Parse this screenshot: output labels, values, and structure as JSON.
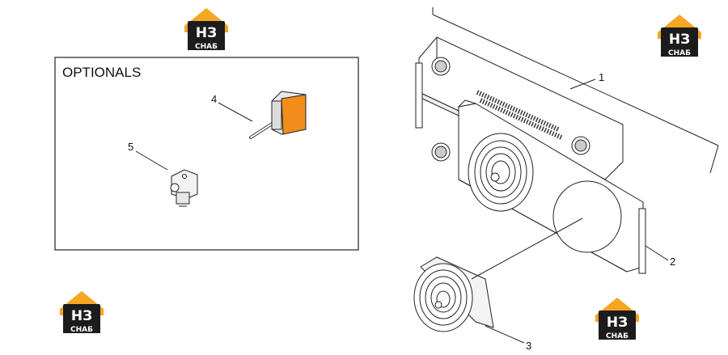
{
  "optionals_box": {
    "title": "OPTIONALS"
  },
  "callouts": [
    {
      "id": "1",
      "text": "1",
      "part": "radiator-core"
    },
    {
      "id": "2",
      "text": "2",
      "part": "fan-shroud-plate"
    },
    {
      "id": "3",
      "text": "3",
      "part": "fan"
    },
    {
      "id": "4",
      "text": "4",
      "part": "temperature-sensor"
    },
    {
      "id": "5",
      "text": "5",
      "part": "pressure-switch"
    }
  ],
  "watermark": {
    "letters": "НЗ",
    "caption": "СНАБ",
    "colors": {
      "roof": "#f5a623",
      "body": "#1c1c1c",
      "text": "#ffffff"
    }
  },
  "colors": {
    "sensor_housing": "#f28c1b",
    "line": "#222222"
  }
}
